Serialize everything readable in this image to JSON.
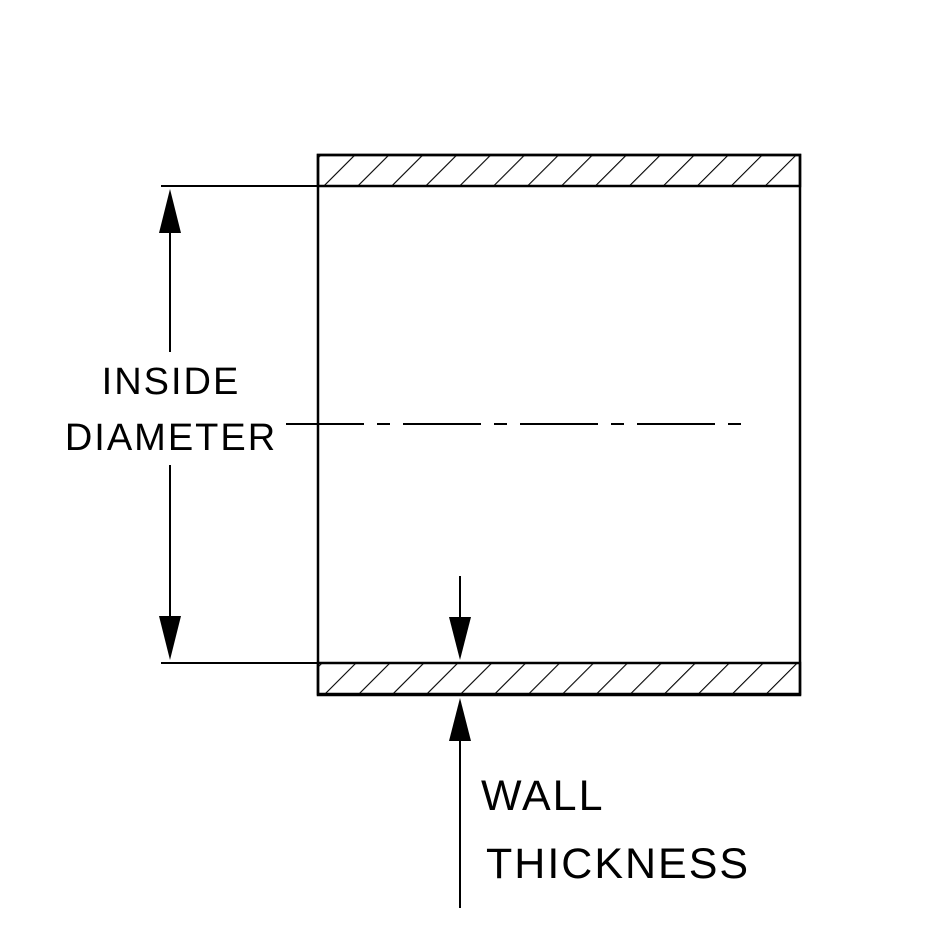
{
  "page": {
    "background_color": "#ffffff",
    "line_color": "#000000"
  },
  "diagram": {
    "labels": {
      "inside_diameter_line1": "INSIDE",
      "inside_diameter_line2": "DIAMETER",
      "wall_thickness_line1": "WALL",
      "wall_thickness_line2": "THICKNESS"
    }
  }
}
